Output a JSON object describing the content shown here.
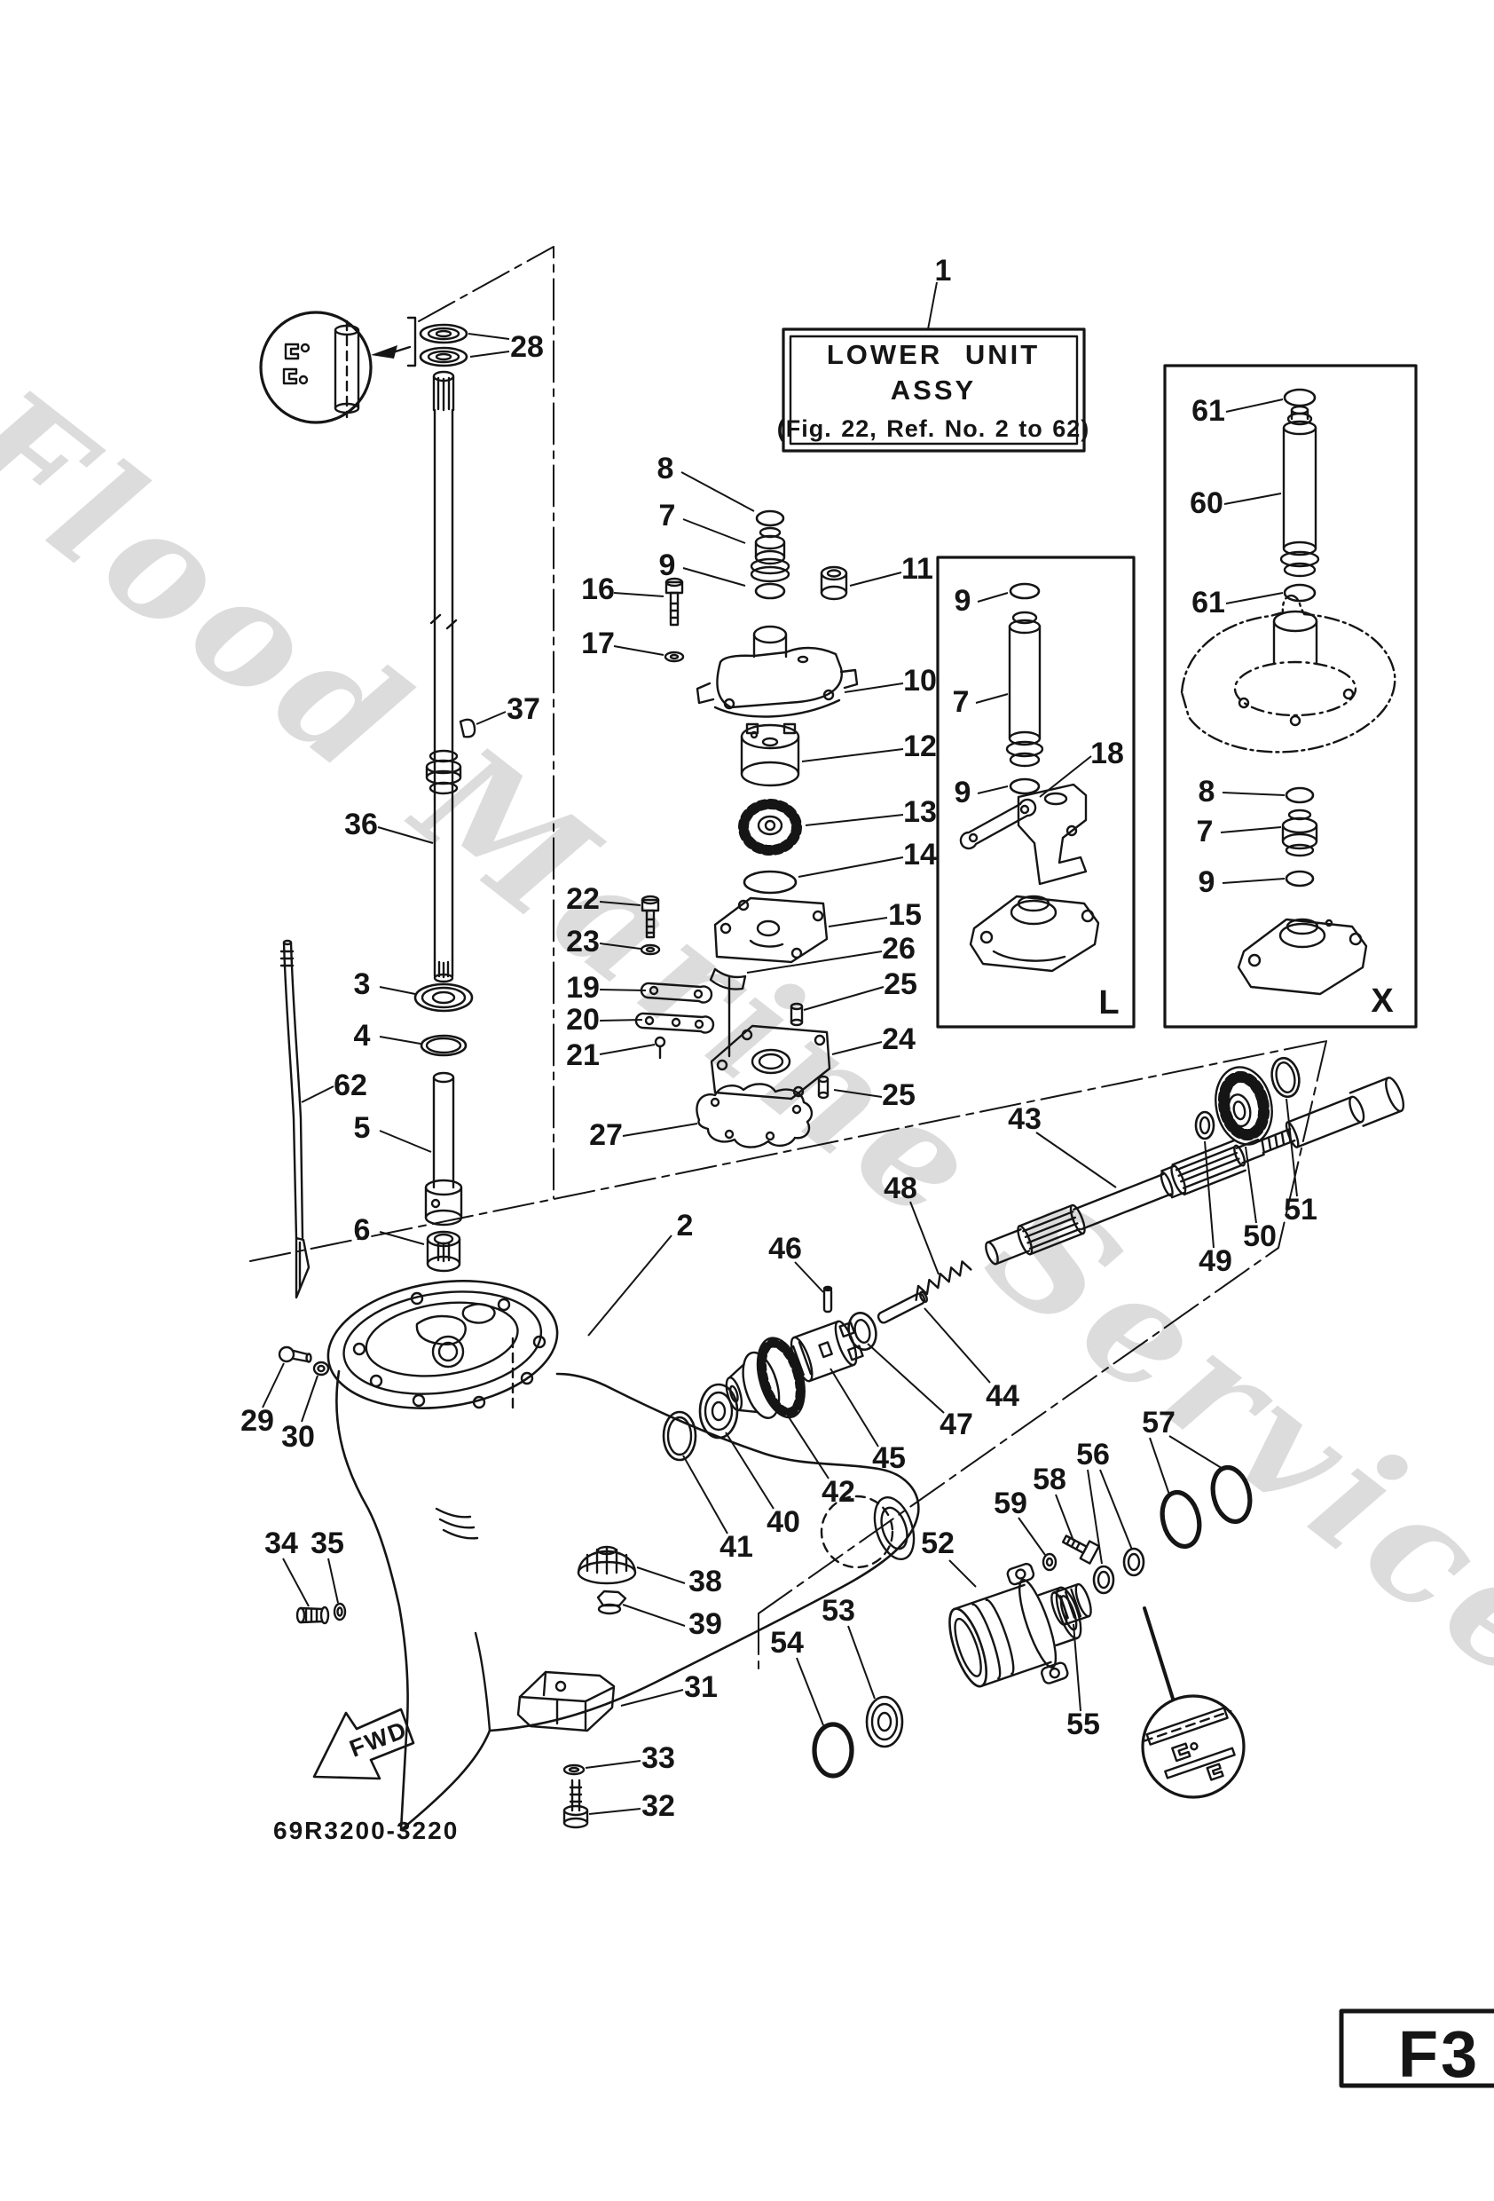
{
  "watermark": {
    "text": "Flood Marine Services"
  },
  "title_box": {
    "line1": "LOWER UNIT",
    "line2": "ASSY",
    "line3": "(Fig. 22, Ref. No. 2 to 62)"
  },
  "drawing_number": "69R3200-3220",
  "page_code": "F3",
  "fwd_label": "FWD",
  "view_labels": {
    "l": "L",
    "x": "X"
  },
  "colors": {
    "ink": "#151515",
    "watermark": "#c7c7c7",
    "paper": "#ffffff"
  },
  "callouts": {
    "c1": "1",
    "c2": "2",
    "c3": "3",
    "c4": "4",
    "c5": "5",
    "c6": "6",
    "c7": "7",
    "c7l": "7",
    "c7x": "7",
    "c8": "8",
    "c8x": "8",
    "c9": "9",
    "c9l1": "9",
    "c9l2": "9",
    "c9x": "9",
    "c10": "10",
    "c11": "11",
    "c12": "12",
    "c13": "13",
    "c14": "14",
    "c15": "15",
    "c16": "16",
    "c17": "17",
    "c18": "18",
    "c19": "19",
    "c20": "20",
    "c21": "21",
    "c22": "22",
    "c23": "23",
    "c24": "24",
    "c25a": "25",
    "c25b": "25",
    "c26": "26",
    "c27": "27",
    "c28": "28",
    "c29": "29",
    "c30": "30",
    "c31": "31",
    "c32": "32",
    "c33": "33",
    "c34": "34",
    "c35": "35",
    "c36": "36",
    "c37": "37",
    "c38": "38",
    "c39": "39",
    "c40": "40",
    "c41": "41",
    "c42": "42",
    "c43": "43",
    "c44": "44",
    "c45": "45",
    "c46": "46",
    "c47": "47",
    "c48": "48",
    "c49": "49",
    "c50": "50",
    "c51": "51",
    "c52": "52",
    "c53": "53",
    "c54": "54",
    "c55": "55",
    "c56": "56",
    "c57": "57",
    "c58": "58",
    "c59": "59",
    "c60": "60",
    "c61a": "61",
    "c61b": "61",
    "c62": "62"
  }
}
